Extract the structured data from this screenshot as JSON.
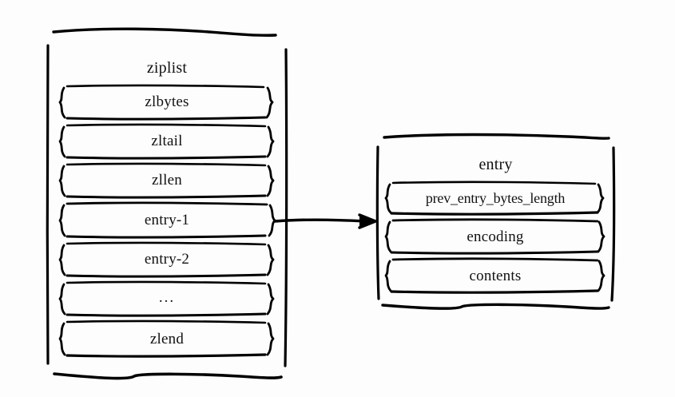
{
  "diagram": {
    "title_semantic": "redis-ziplist-structure",
    "background_color": "#fdfdfd",
    "stroke_color": "#000000",
    "text_color": "#111111",
    "boxes": [
      {
        "id": "ziplist",
        "title": "ziplist",
        "rows": [
          {
            "label": "zlbytes"
          },
          {
            "label": "zltail"
          },
          {
            "label": "zllen"
          },
          {
            "label": "entry-1"
          },
          {
            "label": "entry-2"
          },
          {
            "label": "..."
          },
          {
            "label": "zlend"
          }
        ]
      },
      {
        "id": "entry",
        "title": "entry",
        "rows": [
          {
            "label": "prev_entry_bytes_length"
          },
          {
            "label": "encoding"
          },
          {
            "label": "contents"
          }
        ]
      }
    ],
    "connector": {
      "name": "entry-1-to-entry-arrow",
      "from": "entry-1",
      "to": "entry",
      "style": "arrow"
    }
  }
}
